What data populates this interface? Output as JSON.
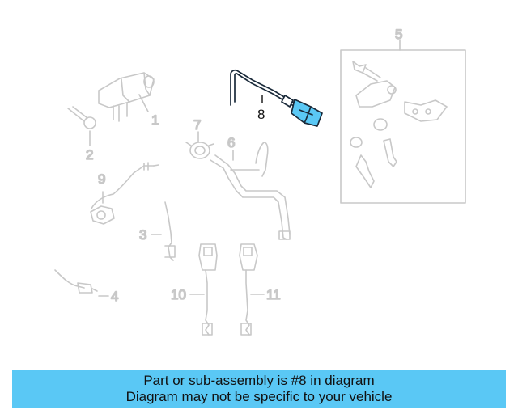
{
  "diagram": {
    "callouts": [
      {
        "id": "1",
        "label": "1"
      },
      {
        "id": "2",
        "label": "2"
      },
      {
        "id": "3",
        "label": "3"
      },
      {
        "id": "4",
        "label": "4"
      },
      {
        "id": "5",
        "label": "5"
      },
      {
        "id": "6",
        "label": "6"
      },
      {
        "id": "7",
        "label": "7"
      },
      {
        "id": "8",
        "label": "8"
      },
      {
        "id": "9",
        "label": "9"
      },
      {
        "id": "10",
        "label": "10"
      },
      {
        "id": "11",
        "label": "11"
      }
    ],
    "highlighted_part": "8",
    "colors": {
      "ghost": "#c8c8c8",
      "active_fill": "#5ac8f5",
      "active_stroke": "#1a2a3a",
      "banner": "#5ac8f5"
    }
  },
  "banner": {
    "line1": "Part or sub-assembly is #8 in diagram",
    "line2": "Diagram may not be specific to your vehicle"
  }
}
